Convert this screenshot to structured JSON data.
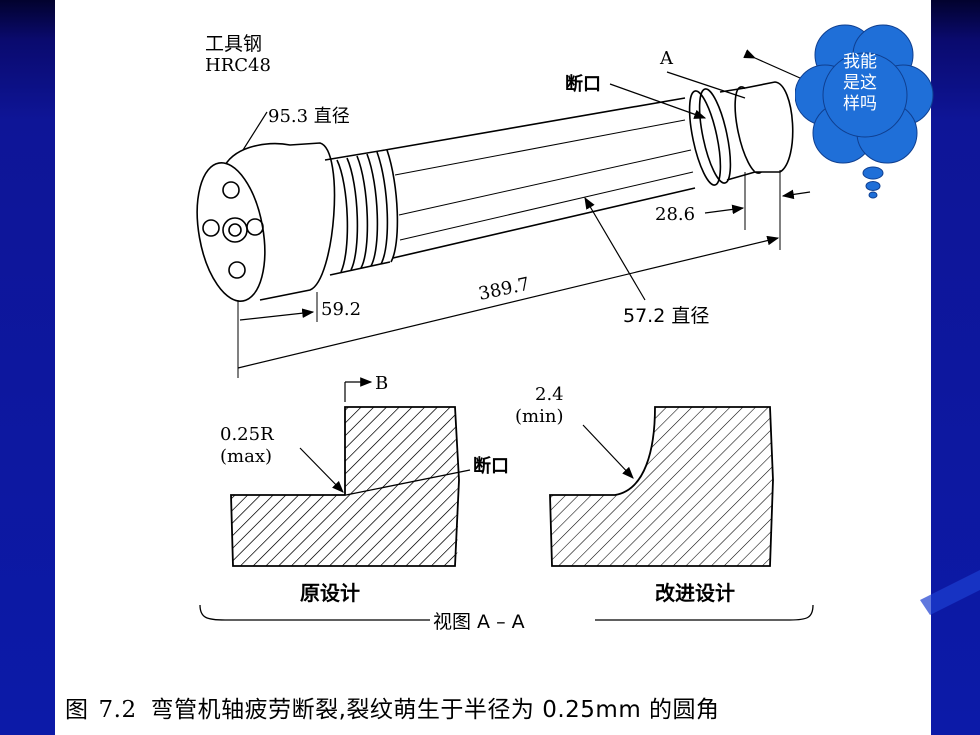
{
  "figure": {
    "material_line1": "工具钢",
    "material_line2": "HRC48",
    "dim_head_diameter": "95.3 直径",
    "label_fracture_top": "断口",
    "label_section_a": "A",
    "dim_end_length": "28.6",
    "dim_total_length": "389.7",
    "dim_shaft_diameter": "57.2 直径",
    "dim_head_length": "59.2",
    "label_section_b": "B",
    "radius_original_value": "0.25R",
    "radius_original_note": "(max)",
    "label_fracture_detail": "断口",
    "radius_improved_value": "2.4",
    "radius_improved_note": "(min)",
    "label_original_design": "原设计",
    "label_improved_design": "改进设计",
    "label_view": "视图 A – A"
  },
  "caption": {
    "prefix": "图",
    "number": "7.2",
    "text": "弯管机轴疲劳断裂,裂纹萌生于半径为 0.25mm 的圆角"
  },
  "callout": {
    "lines": [
      "我能",
      "是这",
      "样吗"
    ],
    "color": "#1f6fd8"
  },
  "colors": {
    "background": "#0c1aa8",
    "panel": "#ffffff"
  }
}
